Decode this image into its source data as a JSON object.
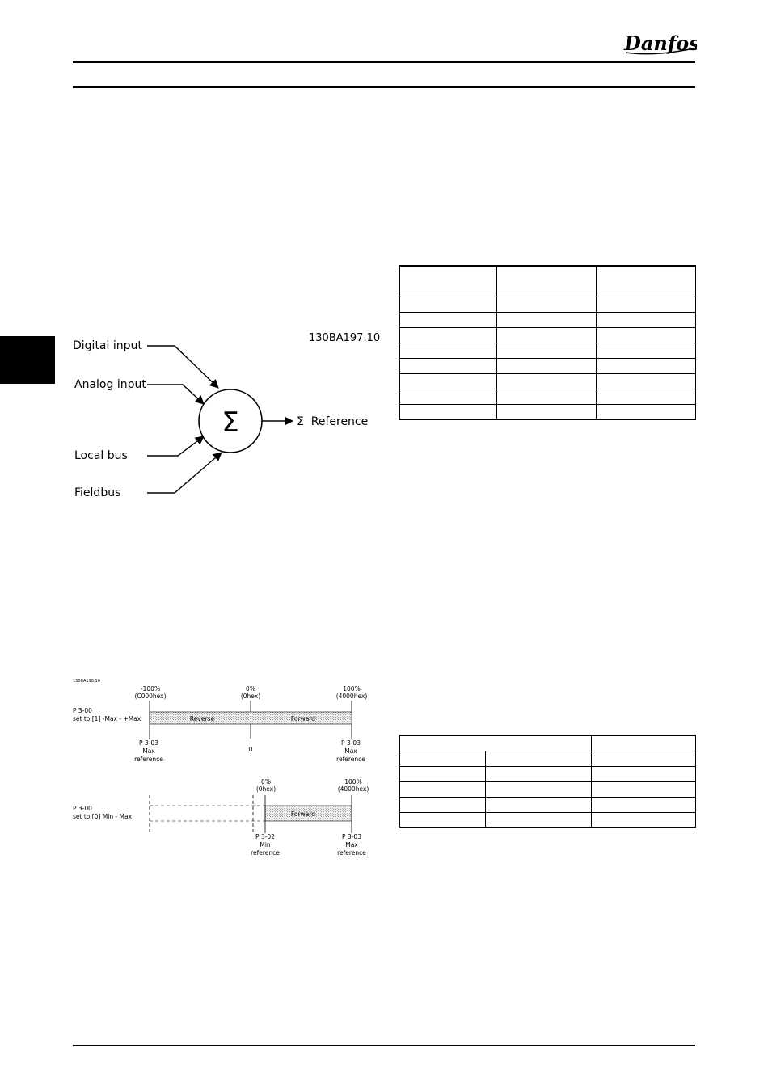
{
  "header": {
    "brand_logo": "Danfoss"
  },
  "summation_figure": {
    "figure_id": "130BA197.10",
    "inputs": [
      "Digital input",
      "Analog input",
      "Local bus",
      "Fieldbus"
    ],
    "sum_symbol": "Σ",
    "output_label": "Σ  Reference"
  },
  "range_figure": {
    "figure_id": "130BA198.10",
    "top": {
      "setting": [
        "P 3-00",
        "set to [1] -Max - +Max"
      ],
      "left_pct": [
        "-100%",
        "(C000hex)"
      ],
      "mid_pct": [
        "0%",
        "(0hex)"
      ],
      "right_pct": [
        "100%",
        "(4000hex)"
      ],
      "reverse_label": "Reverse",
      "forward_label": "Forward",
      "left_ref": [
        "P 3-03",
        "Max",
        "reference"
      ],
      "zero_label": "0",
      "right_ref": [
        "P 3-03",
        "Max",
        "reference"
      ]
    },
    "bottom": {
      "setting": [
        "P 3-00",
        "set to [0] Min - Max"
      ],
      "mid_pct": [
        "0%",
        "(0hex)"
      ],
      "right_pct": [
        "100%",
        "(4000hex)"
      ],
      "forward_label": "Forward",
      "min_ref": [
        "P 3-02",
        "Min",
        "reference"
      ],
      "max_ref": [
        "P 3-03",
        "Max",
        "reference"
      ]
    }
  }
}
